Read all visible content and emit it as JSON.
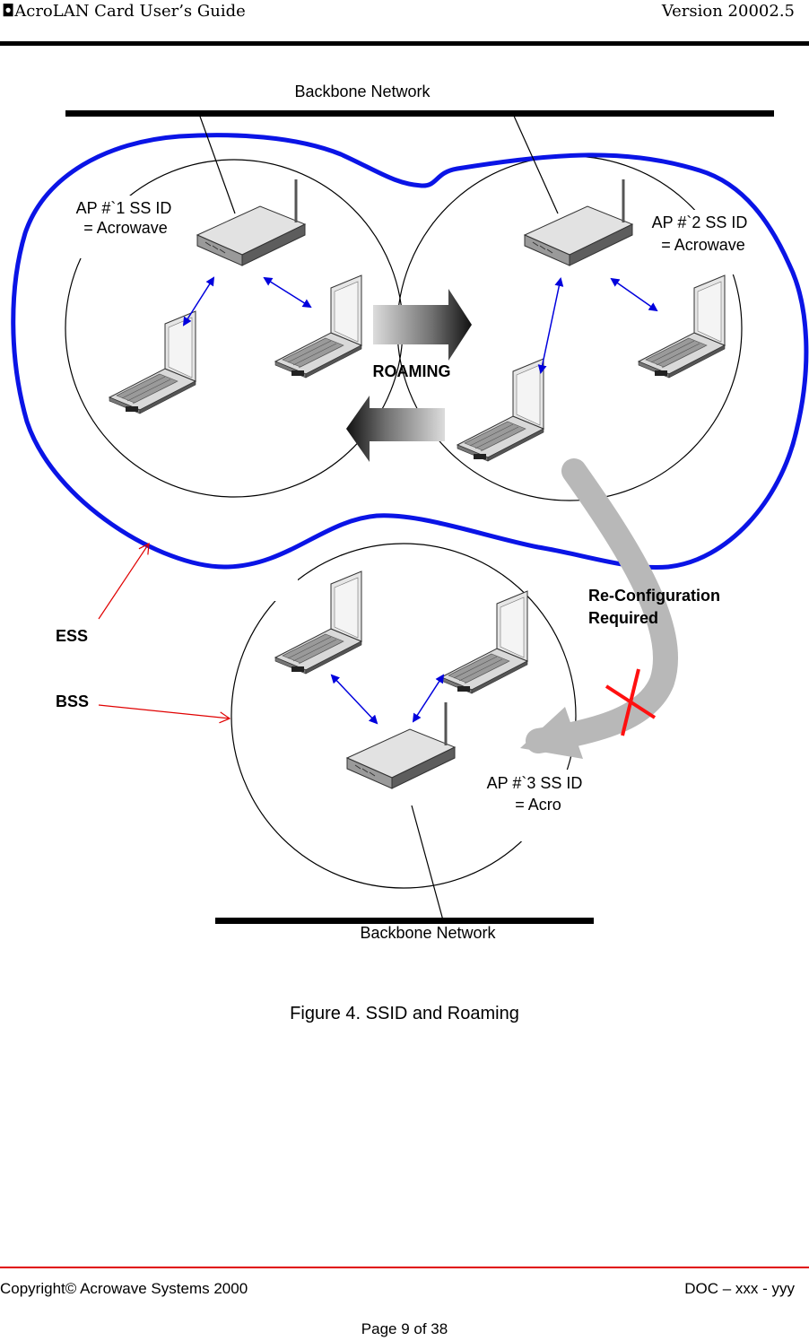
{
  "header": {
    "title": "◘AcroLAN Card User’s Guide",
    "version": "Version 20002.5"
  },
  "diagram": {
    "backbone_top": "Backbone Network",
    "backbone_bottom": "Backbone Network",
    "ap1": {
      "line1": "AP #`1 SS ID",
      "line2": "= Acrowave"
    },
    "ap2": {
      "line1": "AP #`2 SS ID",
      "line2": "= Acrowave"
    },
    "ap3": {
      "line1": "AP #`3 SS ID",
      "line2": "= Acro"
    },
    "roaming": "ROAMING",
    "reconfig": {
      "line1": "Re-Configuration",
      "line2": "Required"
    },
    "ess": "ESS",
    "bss": "BSS",
    "colors": {
      "ess_outline": "#0a14e6",
      "link_arrow": "#0000dd",
      "pointer": "#e00000",
      "cross": "#ff1010",
      "reconfig_arrow": "#b8b8b8"
    }
  },
  "caption": "Figure 4. SSID and Roaming",
  "footer": {
    "copyright": "Copyright© Acrowave Systems 2000",
    "doc": "DOC – xxx - yyy",
    "page": "Page 9 of 38"
  }
}
